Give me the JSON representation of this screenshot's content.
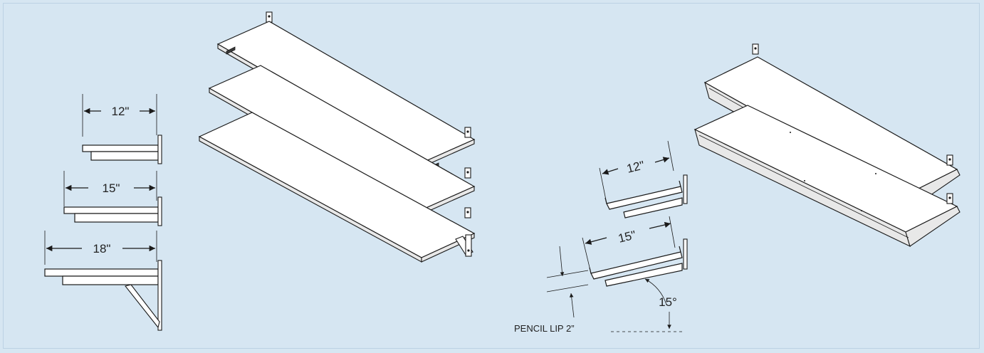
{
  "dimensions": {
    "left_12": "12\"",
    "left_15": "15\"",
    "left_18": "18\"",
    "right_12": "12\"",
    "right_15": "15\"",
    "angle": "15°",
    "pencil_lip": "PENCIL LIP  2”"
  },
  "colors": {
    "background": "#d6e6f2",
    "line": "#1a1a1a",
    "shelf_face": "#ffffff"
  }
}
